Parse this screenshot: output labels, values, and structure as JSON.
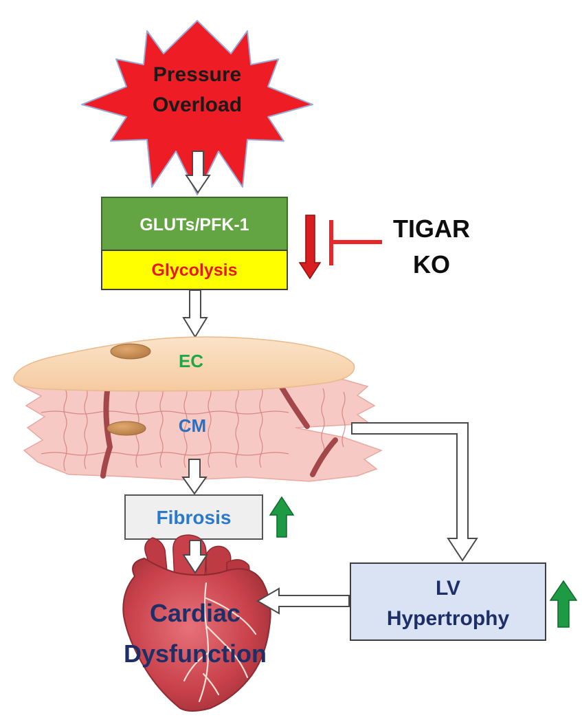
{
  "nodes": {
    "pressure_overload": {
      "line1": "Pressure",
      "line2": "Overload",
      "fill": "#ee1c24",
      "text_color": "#1a1a1a"
    },
    "gluts_pfk": {
      "label": "GLUTs/PFK-1",
      "fill": "#63a443",
      "text_color": "#ffffff"
    },
    "glycolysis": {
      "label": "Glycolysis",
      "fill": "#ffff00",
      "text_color": "#e81919"
    },
    "tigar_ko": {
      "line1": "TIGAR",
      "line2": "KO",
      "text_color": "#0d0d0d"
    },
    "ec": {
      "label": "EC",
      "text_color": "#1fa64a"
    },
    "cm": {
      "label": "CM",
      "text_color": "#2a6fc0"
    },
    "fibrosis": {
      "label": "Fibrosis",
      "text_color": "#2a7ac9",
      "fill": "#efefef"
    },
    "lv_hypertrophy": {
      "line1": "LV",
      "line2": "Hypertrophy",
      "text_color": "#1e2f68",
      "fill": "#dae3f3"
    },
    "cardiac_dysfunction": {
      "line1": "Cardiac",
      "line2": "Dysfunction",
      "text_color": "#1e2f68"
    }
  },
  "indicators": {
    "glycolysis_change": {
      "direction": "down",
      "color": "#d81e1e"
    },
    "fibrosis_change": {
      "direction": "up",
      "color": "#1e9a45"
    },
    "hypertrophy_change": {
      "direction": "up",
      "color": "#1e9a45"
    }
  },
  "colors": {
    "inhibition": "#e8262a",
    "arrow_outline": "#4a4a4a",
    "heart": "#c8414a",
    "endothelial_cell": "#f8d8b3",
    "cardiomyocyte": "#f6c9c4",
    "nucleus": "#c78a54"
  }
}
